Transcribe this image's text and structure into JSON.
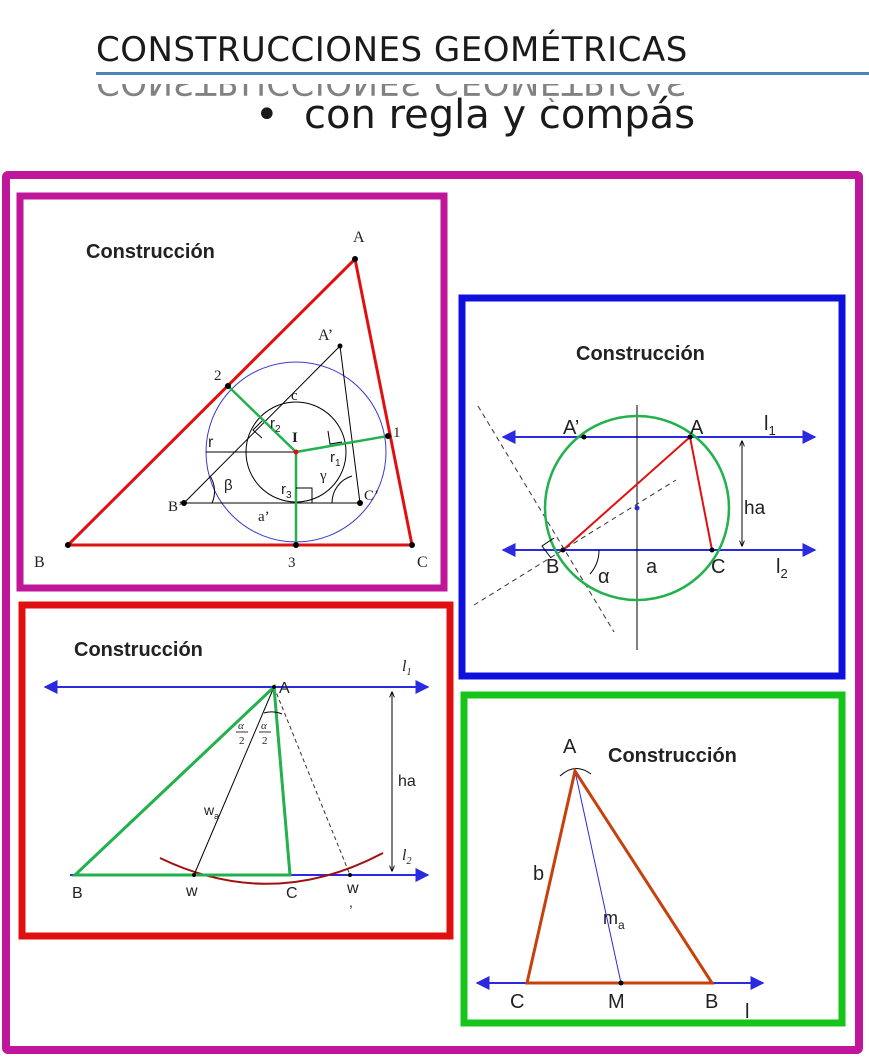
{
  "header": {
    "title": "CONSTRUCCIONES GEOMÉTRICAS",
    "bullet": "•",
    "subtitle": "con regla y compás"
  },
  "colors": {
    "outer_frame": "#c0169b",
    "panel_incircle": "#c0169b",
    "panel_circle": "#1010dd",
    "panel_bisector": "#e01010",
    "panel_median": "#16c41a",
    "triangle_red": "#e01010",
    "segment_green": "#22b14c",
    "line_blue": "#2a2ae0",
    "triangle_brown": "#c8400c"
  },
  "panels": {
    "incircle": {
      "heading": "Construcción",
      "labels": {
        "A": "A",
        "B": "B",
        "C": "C",
        "A_prime": "A’",
        "B_prime": "B’",
        "C_prime": "C’",
        "I": "I",
        "c": "c",
        "r": "r",
        "a_prime": "a’",
        "beta": "β",
        "gamma": "γ",
        "r1_base": "r",
        "r1_sub": "1",
        "r2_base": "r",
        "r2_sub": "2",
        "r3_base": "r",
        "r3_sub": "3",
        "p1": "1",
        "p2": "2",
        "p3": "3"
      }
    },
    "circle": {
      "heading": "Construcción",
      "labels": {
        "A_prime": "A’",
        "A": "A",
        "B": "B",
        "C": "C",
        "a": "a",
        "alpha": "α",
        "ha": "ha",
        "l1_base": "l",
        "l1_sub": "1",
        "l2_base": "l",
        "l2_sub": "2"
      }
    },
    "bisector": {
      "heading": "Construcción",
      "labels": {
        "A": "A",
        "B": "B",
        "C": "C",
        "w": "w",
        "w_prime": "w",
        "w_prime_mark": ",",
        "ha": "ha",
        "wa_base": "w",
        "wa_sub": "a",
        "alpha": "α",
        "two": "2",
        "l1_base": "l",
        "l1_sub": "1",
        "l2_base": "l",
        "l2_sub": "2"
      }
    },
    "median": {
      "heading": "Construcción",
      "labels": {
        "A": "A",
        "b": "b",
        "C": "C",
        "M": "M",
        "B": "B",
        "l": "l",
        "ma_base": "m",
        "ma_sub": "a"
      }
    }
  }
}
